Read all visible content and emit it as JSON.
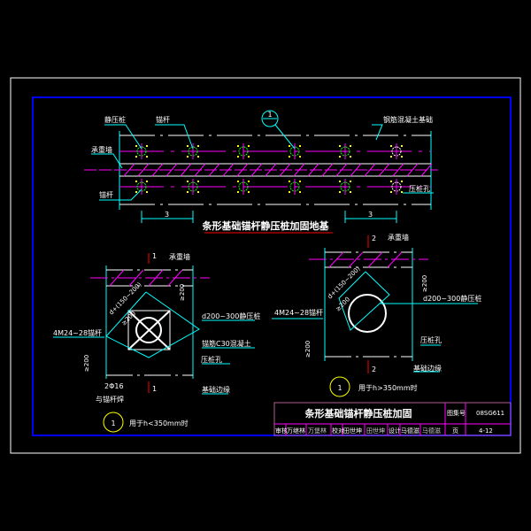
{
  "plan": {
    "title": "条形基础锚杆静压桩加固地基",
    "labels": {
      "pile": "静压桩",
      "anchor": "锚杆",
      "section_mark": "1",
      "foundation": "钢筋混凝土基础",
      "wall": "承重墙",
      "anchor2": "锚杆",
      "pile_hole": "压桩孔"
    },
    "dim_left": "3",
    "dim_right": "3"
  },
  "detail_left": {
    "section": "1",
    "wall": "承重墙",
    "pile": "d200~300静压桩",
    "concrete": "锚筋C30混凝土",
    "hole": "压桩孔",
    "edge": "基础边缘",
    "anchor": "4M24~28锚杆",
    "dim_top": "≥200",
    "dim_left": "≥200",
    "diag": "d+(150~200)",
    "diag2": "≥200",
    "rebar": "2Φ16",
    "weld": "与锚杆焊",
    "caption_no": "1",
    "caption": "用于h<350mm时"
  },
  "detail_right": {
    "section": "2",
    "wall": "承重墙",
    "pile": "d200~300静压桩",
    "hole": "压桩孔",
    "edge": "基础边缘",
    "anchor": "4M24~28锚杆",
    "dim_top": "≥200",
    "dim_left": "≥200",
    "diag": "d+(150~200)",
    "diag2": "≥200",
    "caption_no": "1",
    "caption": "用于h>350mm时"
  },
  "title_block": {
    "title": "条形基础锚杆静压桩加固",
    "atlas_label": "图集号",
    "atlas_no": "08SG611",
    "cells": [
      "审核",
      "万继林",
      "万堡林",
      "校对",
      "田世坤",
      "田世坤",
      "设计",
      "马德滋",
      "马德滋"
    ],
    "page_label": "页",
    "page_no": "4-12"
  },
  "colors": {
    "frame": "#ffffff",
    "border": "#0000ff",
    "cyan": "#00ffff",
    "magenta": "#ff00ff",
    "red": "#ff0000",
    "yellow": "#ffff00",
    "title_block": "#ff00ff"
  }
}
